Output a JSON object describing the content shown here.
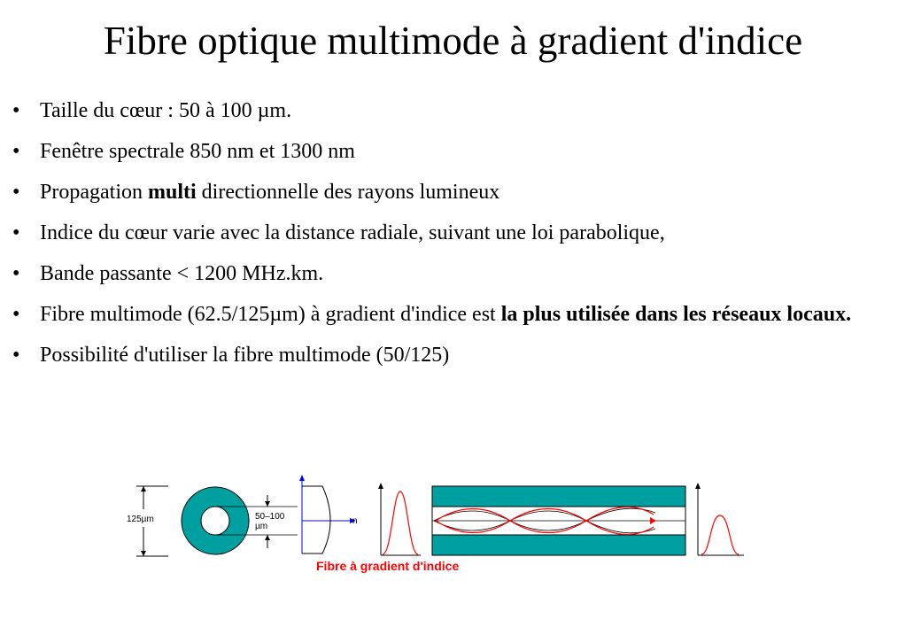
{
  "slide": {
    "title": "Fibre optique multimode à gradient d'indice"
  },
  "bullets": [
    {
      "parts": [
        {
          "text": "Taille du cœur : 50 à 100 µm.",
          "bold": false
        }
      ]
    },
    {
      "parts": [
        {
          "text": "Fenêtre spectrale 850 nm et 1300 nm",
          "bold": false
        }
      ]
    },
    {
      "parts": [
        {
          "text": "Propagation ",
          "bold": false
        },
        {
          "text": "multi",
          "bold": true
        },
        {
          "text": " directionnelle des rayons lumineux",
          "bold": false
        }
      ]
    },
    {
      "parts": [
        {
          "text": "Indice du cœur varie avec la distance radiale, suivant une loi parabolique,",
          "bold": false
        }
      ]
    },
    {
      "parts": [
        {
          "text": "Bande passante < 1200 MHz.km.",
          "bold": false
        }
      ]
    },
    {
      "parts": [
        {
          "text": "Fibre multimode (62.5/125µm) à gradient d'indice est ",
          "bold": false
        },
        {
          "text": "la plus utilisée dans les réseaux locaux.",
          "bold": true
        }
      ]
    },
    {
      "parts": [
        {
          "text": "Possibilité d'utiliser la fibre multimode (50/125)",
          "bold": false
        }
      ]
    }
  ],
  "bullet_symbol": "•",
  "diagram": {
    "cladding_label": "125µm",
    "core_label_line1": "50–100",
    "core_label_line2": "µm",
    "index_axis_label": "n",
    "caption": "Fibre à gradient d'indice",
    "colors": {
      "cladding": "#00a0a0",
      "core": "#ffffff",
      "ray": "#ff0000",
      "axis_arrow": "#0000ff",
      "caption": "#ff0000"
    }
  }
}
